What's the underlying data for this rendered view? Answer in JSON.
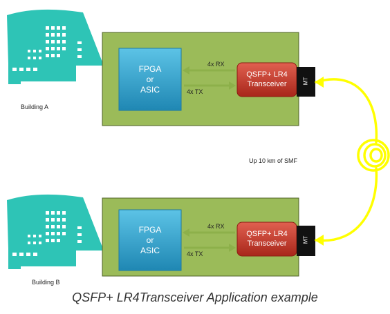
{
  "colors": {
    "building": "#2ec4b6",
    "board_fill": "#9bbb59",
    "board_stroke": "#4f6228",
    "fpga_fill": "#31a0c9",
    "qsfp_fill": "#c0392b",
    "connector_fill": "#111111",
    "fiber": "#ffff00",
    "arrow": "#8db04a"
  },
  "diagram": {
    "top": {
      "building_label": "Building A",
      "fpga_lines": [
        "FPGA",
        "or",
        "ASIC"
      ],
      "rx_label": "4x RX",
      "tx_label": "4x TX",
      "qsfp_lines": [
        "QSFP+ LR4",
        "Transceiver"
      ],
      "connector_label": "MT"
    },
    "bottom": {
      "building_label": "Building B",
      "fpga_lines": [
        "FPGA",
        "or",
        "ASIC"
      ],
      "rx_label": "4x RX",
      "tx_label": "4x TX",
      "qsfp_lines": [
        "QSFP+ LR4",
        "Transceiver"
      ],
      "connector_label": "MT"
    },
    "fiber_label": "Up 10 km of SMF",
    "caption": "QSFP+ LR4Transceiver Application example"
  }
}
